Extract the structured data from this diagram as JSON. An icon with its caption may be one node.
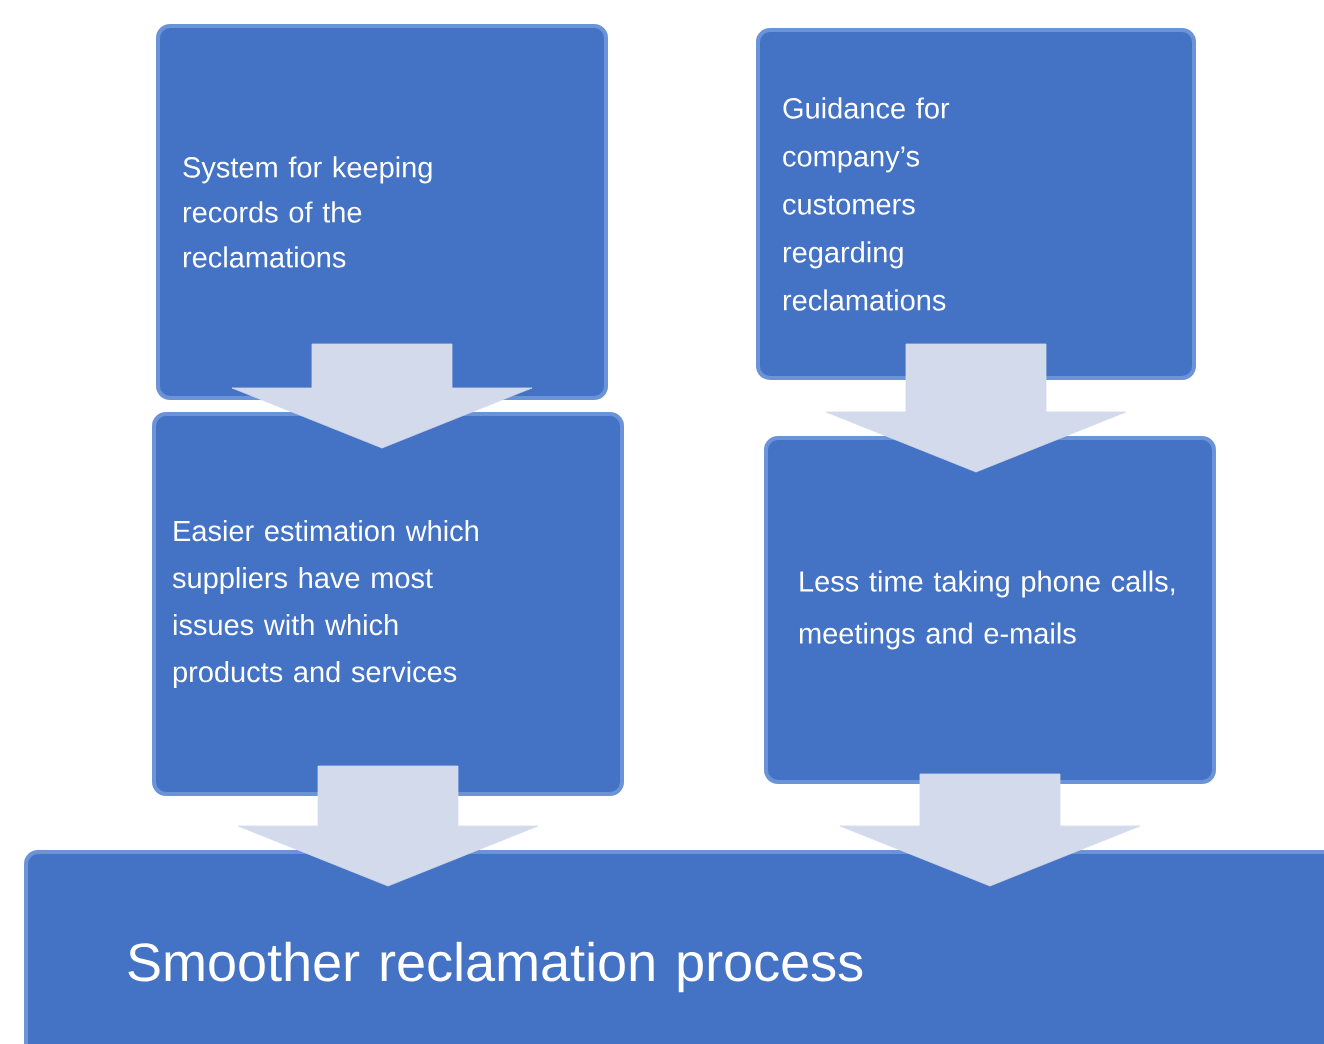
{
  "diagram": {
    "nodes": [
      {
        "text": [
          "System for keeping records of the reclamations"
        ]
      },
      {
        "text": [
          "Guidance for company’s customers regarding reclamations"
        ]
      },
      {
        "text": [
          "Easier estimation which suppliers have most issues with which products and services"
        ]
      },
      {
        "text": [
          "Less time taking phone calls, meetings and e-mails"
        ]
      },
      {
        "text": [
          "Smoother reclamation process"
        ]
      }
    ],
    "edges": [
      {
        "from": 0,
        "to": 2,
        "arrow": "to"
      },
      {
        "from": 1,
        "to": 3,
        "arrow": "to"
      },
      {
        "from": 2,
        "to": 4,
        "arrow": "to"
      },
      {
        "from": 3,
        "to": 4,
        "arrow": "to"
      }
    ]
  }
}
